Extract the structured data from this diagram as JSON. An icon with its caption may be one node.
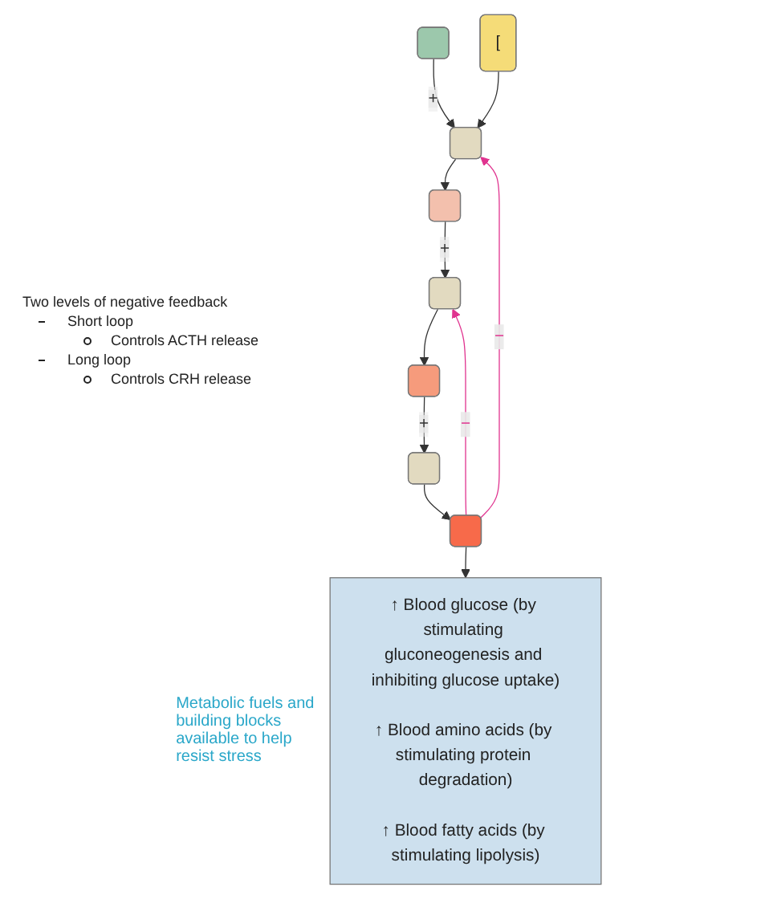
{
  "diagram": {
    "nodes": [
      {
        "text": [],
        "shape": "box"
      },
      {
        "text": [
          "["
        ]
      },
      {
        "text": [],
        "shape": "box"
      },
      {
        "text": [],
        "shape": "box"
      },
      {
        "text": [],
        "shape": "box"
      },
      {
        "text": [],
        "shape": "box"
      },
      {
        "text": [],
        "shape": "box"
      },
      {
        "text": [],
        "shape": "box"
      },
      {
        "text": [
          "↑ Blood glucose (by stimulating gluconeogenesis and inhibiting glucose uptake)",
          "↑ Blood amino acids (by stimulating protein degradation)",
          "↑ Blood fatty acids (by stimulating lipolysis)"
        ],
        "beside": [
          "Metabolic fuels and building blocks available to help resist stress"
        ]
      }
    ],
    "edges": [
      {
        "from": 0,
        "to": 2,
        "arrow": "to",
        "label": "+"
      },
      {
        "from": 1,
        "to": 2,
        "arrow": "to"
      },
      {
        "from": 2,
        "to": 3,
        "arrow": "to"
      },
      {
        "from": 3,
        "to": 4,
        "arrow": "to",
        "label": "+"
      },
      {
        "from": 4,
        "to": 5,
        "arrow": "to"
      },
      {
        "from": 5,
        "to": 6,
        "arrow": "to",
        "label": "+"
      },
      {
        "from": 6,
        "to": 7,
        "arrow": "to"
      },
      {
        "from": 7,
        "to": 8,
        "arrow": "to"
      },
      {
        "from": 7,
        "to": 2,
        "arrow": "to",
        "label": "−",
        "color": "#e0338f"
      },
      {
        "from": 7,
        "to": 4,
        "arrow": "to",
        "label": "−",
        "color": "#e0338f"
      }
    ],
    "labels": [
      "Two levels of negative feedback",
      "Short loop",
      "Controls ACTH release",
      "Long loop",
      "Controls CRH release"
    ]
  }
}
